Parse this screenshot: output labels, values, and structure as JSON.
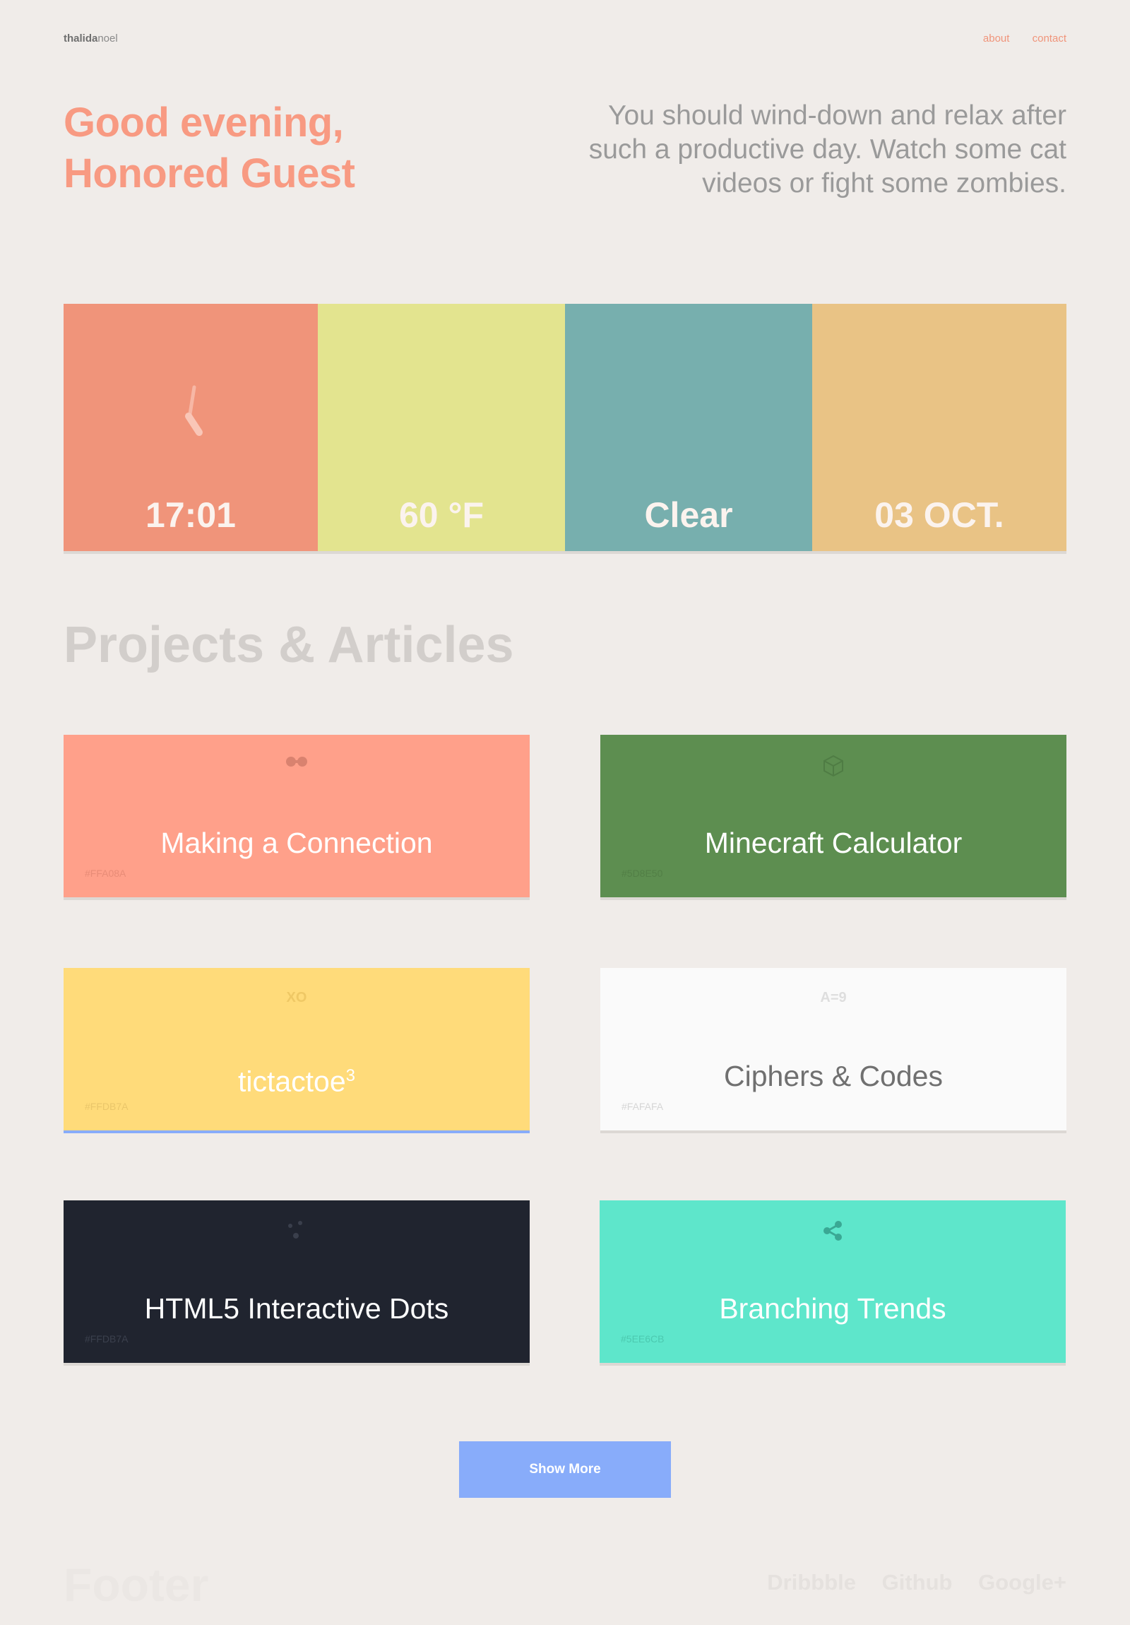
{
  "header": {
    "logo_bold": "thalida",
    "logo_light": "noel",
    "nav": [
      {
        "label": "about"
      },
      {
        "label": "contact"
      }
    ]
  },
  "hero": {
    "greeting_line1": "Good evening,",
    "greeting_line2": "Honored Guest",
    "tagline": "You should wind-down and relax after such a productive day. Watch some cat videos or fight some zombies."
  },
  "tiles": [
    {
      "value": "17:01",
      "color": "#f0947a",
      "icon": "clock-icon"
    },
    {
      "value": "60 °F",
      "color": "#e3e48f",
      "icon": null
    },
    {
      "value": "Clear",
      "color": "#77afae",
      "icon": null
    },
    {
      "value": "03 OCT.",
      "color": "#e9c385",
      "icon": null
    }
  ],
  "projects": {
    "title": "Projects & Articles",
    "cards": [
      {
        "title": "Making a Connection",
        "hex": "#FFA08A",
        "bg": "#ffa08a",
        "text_color": "#ffffff",
        "icon": "connection-dots-icon",
        "icon_color": "#d9826f",
        "hex_color": "#e88c77"
      },
      {
        "title": "Minecraft Calculator",
        "hex": "#5D8E50",
        "bg": "#5d8e50",
        "text_color": "#ffffff",
        "icon": "cube-icon",
        "icon_color": "#4f7c44",
        "hex_color": "#527f46"
      },
      {
        "title": "tictactoe",
        "title_sup": "3",
        "hex": "#FFDB7A",
        "bg": "#ffdb7a",
        "text_color": "#ffffff",
        "icon": "xo-icon",
        "icon_text": "XO",
        "icon_color": "#efc865",
        "hex_color": "#eac66a",
        "bottom_border": "#88acfa"
      },
      {
        "title": "Ciphers & Codes",
        "hex": "#FAFAFA",
        "bg": "#fafafa",
        "text_color": "#707070",
        "icon": "cipher-icon",
        "icon_text": "A=9",
        "icon_color": "#dedede",
        "hex_color": "#d6d6d6"
      },
      {
        "title": "HTML5 Interactive Dots",
        "hex": "#FFDB7A",
        "bg": "#20242f",
        "text_color": "#ffffff",
        "icon": "scattered-dots-icon",
        "icon_color": "#3a3f4c",
        "hex_color": "#3b404d"
      },
      {
        "title": "Branching Trends",
        "hex": "#5EE6CB",
        "bg": "#5ee6cb",
        "text_color": "#ffffff",
        "icon": "share-icon",
        "icon_color": "#3aa894",
        "hex_color": "#4cc9b0"
      }
    ]
  },
  "show_more": {
    "label": "Show More"
  },
  "footer": {
    "title": "Footer",
    "links": [
      {
        "label": "Dribbble"
      },
      {
        "label": "Github"
      },
      {
        "label": "Google+"
      }
    ]
  }
}
